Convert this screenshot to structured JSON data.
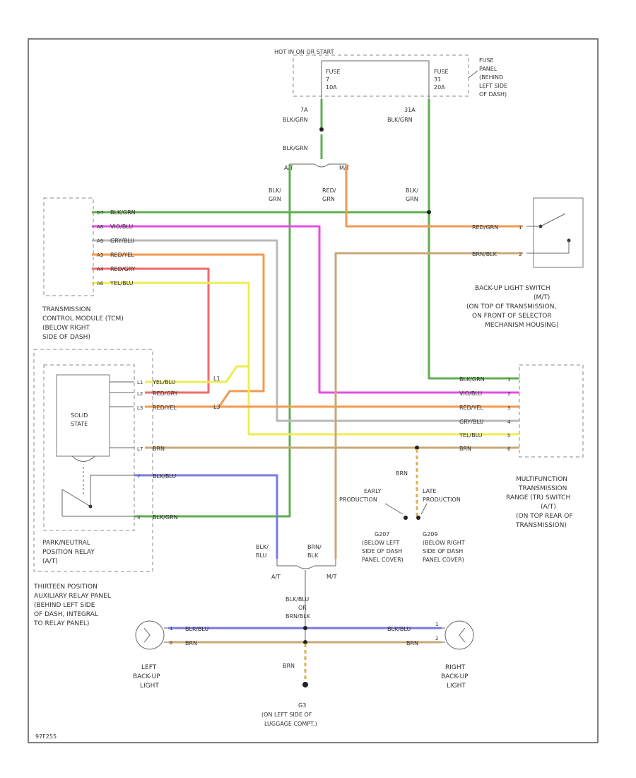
{
  "colors": {
    "green": "#5fae4f",
    "violet": "#e44ee4",
    "orange": "#f29a52",
    "red": "#ee6b6b",
    "gray": "#b9b9b9",
    "yellow": "#eded52",
    "brown": "#c9a876",
    "blue": "#7a7ae0"
  },
  "fuse_panel": {
    "hot_label": "HOT IN ON OR START",
    "fuse_left": {
      "name": "FUSE",
      "number": "7",
      "rating": "10A"
    },
    "fuse_right": {
      "name": "FUSE",
      "number": "31",
      "rating": "20A"
    },
    "label": [
      "FUSE",
      "PANEL",
      "(BEHIND",
      "LEFT SIDE",
      "OF DASH)"
    ]
  },
  "wires_top": {
    "left_id": "7A",
    "left_color": "BLK/GRN",
    "right_id": "31A",
    "right_color": "BLK/GRN",
    "splice_color": "BLK/GRN",
    "splice_at": "A/T",
    "splice_mt": "M/T",
    "vert1": [
      "BLK/",
      "GRN"
    ],
    "vert2": [
      "RED/",
      "GRN"
    ],
    "vert3": [
      "BLK/",
      "GRN"
    ]
  },
  "tcm": {
    "pins": [
      "D7",
      "A8",
      "A9",
      "A3",
      "A4",
      "A6"
    ],
    "wire_colors": [
      "BLK/GRN",
      "VIO/BLU",
      "GRY/BLU",
      "RED/YEL",
      "RED/GRY",
      "YEL/BLU"
    ],
    "label": [
      "TRANSMISSION",
      "CONTROL MODULE (TCM)",
      "(BELOW RIGHT",
      "SIDE OF DASH)"
    ]
  },
  "backup_switch": {
    "wire_colors": [
      "RED/GRN",
      "BRN/BLK"
    ],
    "pins": [
      "1",
      "2"
    ],
    "label": [
      "BACK-UP LIGHT SWITCH",
      "(M/T)",
      "(ON TOP OF TRANSMISSION,",
      "ON FRONT OF SELECTOR",
      "MECHANISM HOUSING)"
    ]
  },
  "relay": {
    "solid_state": [
      "SOLID",
      "STATE"
    ],
    "pins_upper": [
      "L1",
      "L2",
      "L3"
    ],
    "wire_upper": [
      "YEL/BLU",
      "RED/GRY",
      "RED/YEL"
    ],
    "pin_mid": "L7",
    "wire_mid": "BRN",
    "pins_lower": [
      "7",
      "3"
    ],
    "wire_lower": [
      "BLK/BLU",
      "BLK/GRN"
    ],
    "label": [
      "PARK/NEUTRAL",
      "POSITION RELAY",
      "(A/T)"
    ],
    "panel_label": [
      "THIRTEEN POSITION",
      "AUXILIARY RELAY PANEL",
      "(BEHIND LEFT SIDE",
      "OF DASH, INTEGRAL",
      "TO RELAY PANEL)"
    ]
  },
  "mfs": {
    "wire_colors": [
      "BLK/GRN",
      "VIO/BLU",
      "RED/YEL",
      "GRY/BLU",
      "YEL/BLU",
      "BRN"
    ],
    "pins": [
      "1",
      "2",
      "3",
      "4",
      "5",
      "6"
    ],
    "label": [
      "MULTIFUNCTION",
      "TRANSMISSION",
      "RANGE (TR) SWITCH",
      "(A/T)",
      "(ON TOP REAR OF",
      "TRANSMISSION)"
    ]
  },
  "grounds": {
    "wire": "BRN",
    "early": [
      "EARLY",
      "PRODUCTION"
    ],
    "late": [
      "LATE",
      "PRODUCTION"
    ],
    "g207": [
      "G207",
      "(BELOW LEFT",
      "SIDE OF DASH",
      "PANEL COVER)"
    ],
    "g209": [
      "G209",
      "(BELOW RIGHT",
      "SIDE OF DASH",
      "PANEL COVER)"
    ],
    "g_bottom": [
      "G3",
      "(ON LEFT SIDE OF",
      "LUGGAGE COMPT.)"
    ]
  },
  "bottom": {
    "left_vert": [
      "BLK/",
      "BLU"
    ],
    "right_vert": [
      "BRN/",
      "BLK"
    ],
    "at": "A/T",
    "mt": "M/T",
    "combined": [
      "BLK/BLU",
      "OR",
      "BRN/BLK"
    ],
    "lamp_wire1": "BLK/BLU",
    "lamp_wire2": "BRN",
    "ground_wire": "BRN",
    "left_pins": [
      "1",
      "2"
    ],
    "right_pins": [
      "1",
      "2"
    ],
    "left_lamp": [
      "LEFT",
      "BACK-UP",
      "LIGHT"
    ],
    "right_lamp": [
      "RIGHT",
      "BACK-UP",
      "LIGHT"
    ]
  },
  "figure_id": "97F255"
}
